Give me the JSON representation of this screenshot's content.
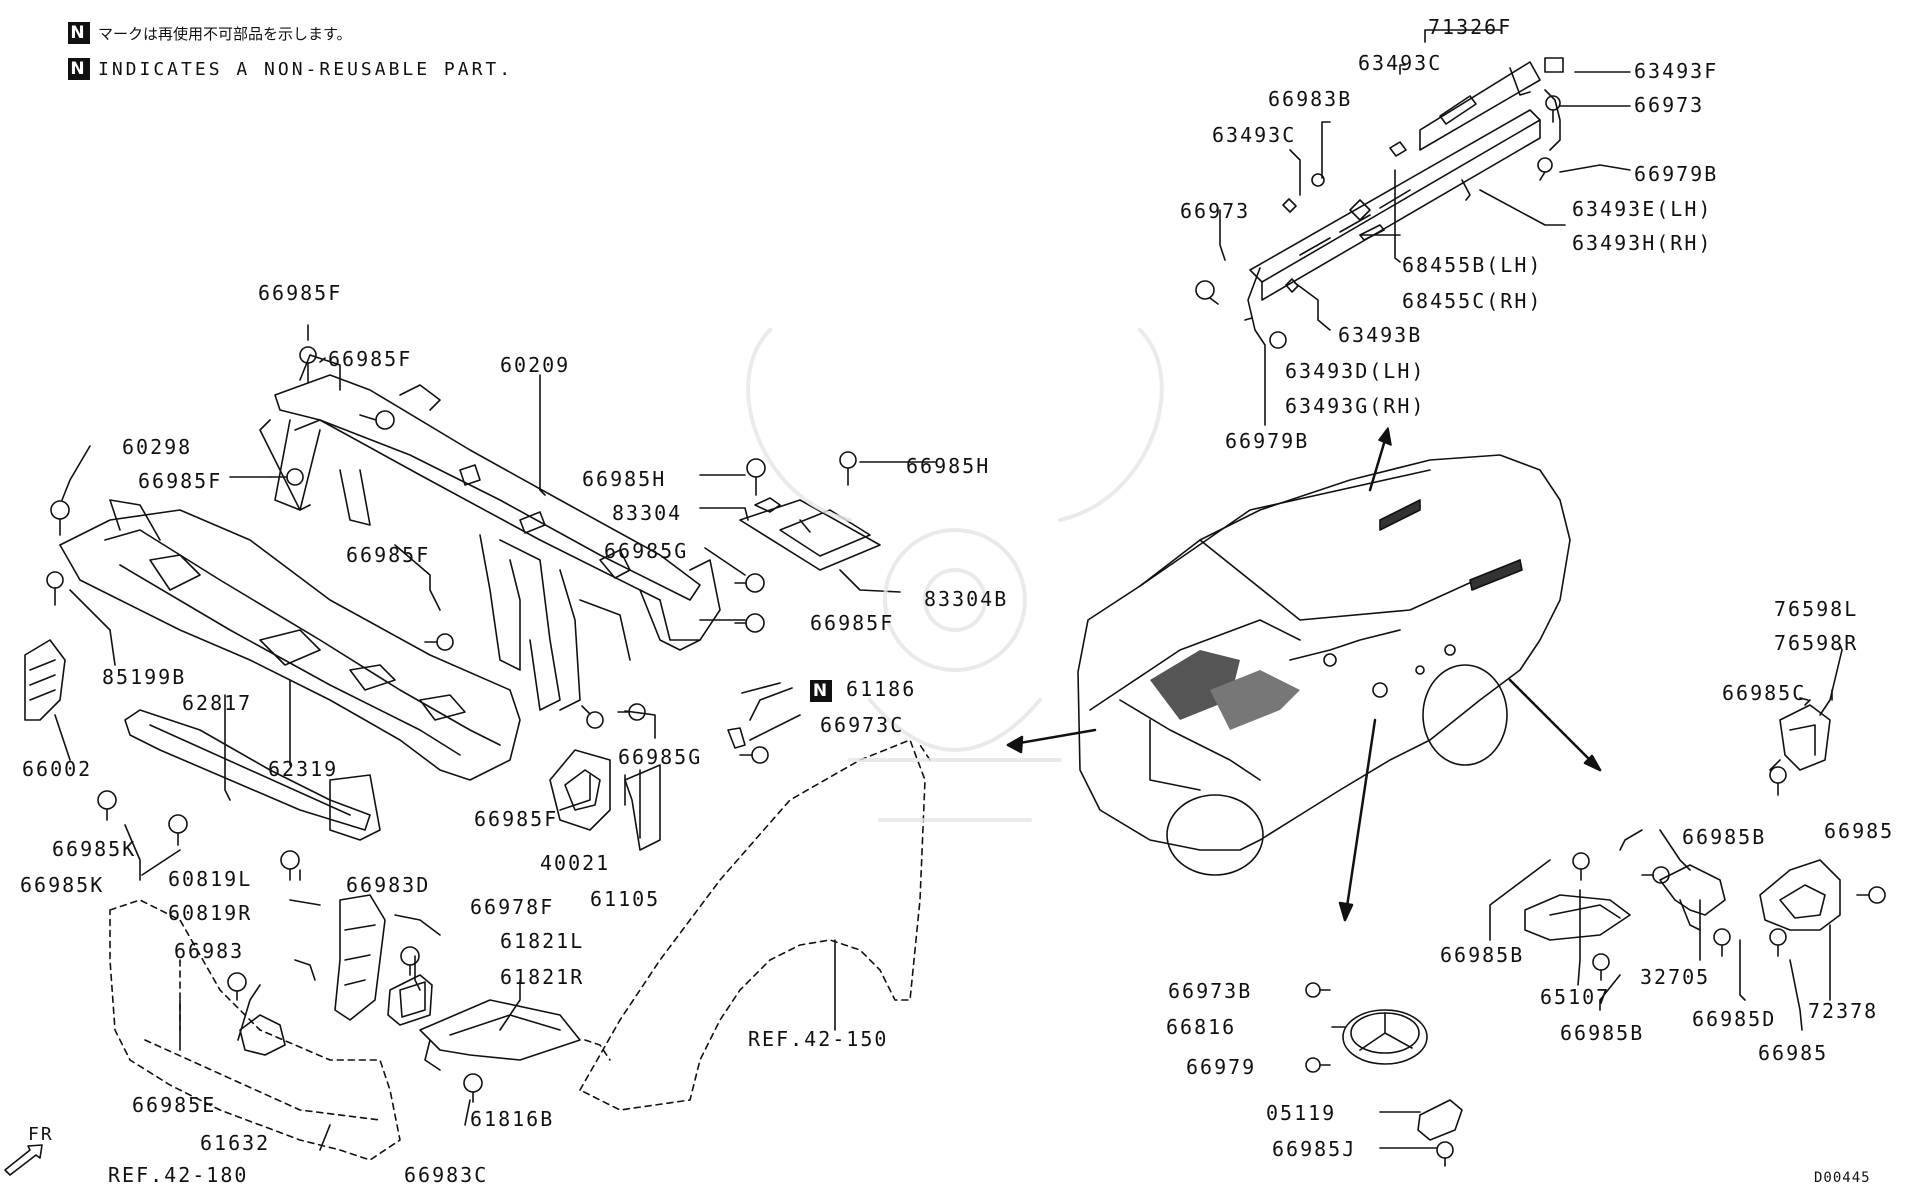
{
  "notes": {
    "badge": "N",
    "jp": "マークは再使用不可部品を示します。",
    "en": "INDICATES A NON-REUSABLE PART."
  },
  "direction_label": "FR",
  "diagram_code": "D00445",
  "labels": {
    "p71326F": "71326F",
    "p63493C_a": "63493C",
    "p63493F": "63493F",
    "p66973_a": "66973",
    "p66983B": "66983B",
    "p63493C_b": "63493C",
    "p66979B_a": "66979B",
    "p63493E": "63493E(LH)",
    "p63493H": "63493H(RH)",
    "p66973_b": "66973",
    "p68455B": "68455B(LH)",
    "p68455C": "68455C(RH)",
    "p63493B": "63493B",
    "p63493D": "63493D(LH)",
    "p63493G": "63493G(RH)",
    "p66979B_b": "66979B",
    "p66985F_1": "66985F",
    "p66985F_2": "66985F",
    "p60209": "60209",
    "p60298": "60298",
    "p66985F_3": "66985F",
    "p66985H_1": "66985H",
    "p66985H_2": "66985H",
    "p83304": "83304",
    "p66985G_1": "66985G",
    "p83304B": "83304B",
    "p66985F_4": "66985F",
    "p66985F_5": "66985F",
    "p85199B": "85199B",
    "p61186": "61186",
    "p66973C": "66973C",
    "p62817": "62817",
    "p66002": "66002",
    "p62319": "62319",
    "p66985G_2": "66985G",
    "p66985K_1": "66985K",
    "p66985F_6": "66985F",
    "p40021": "40021",
    "p66985K_2": "66985K",
    "p66983D": "66983D",
    "p61105": "61105",
    "p60819L": "60819L",
    "p60819R": "60819R",
    "p66978F": "66978F",
    "p61821L": "61821L",
    "p61821R": "61821R",
    "p66983": "66983",
    "pREF42150": "REF.42-150",
    "p66985E": "66985E",
    "p61816B": "61816B",
    "p61632": "61632",
    "p66983C": "66983C",
    "pREF42180": "REF.42-180",
    "p76598L": "76598L",
    "p76598R": "76598R",
    "p66985C": "66985C",
    "p66985_a": "66985",
    "p66985B_1": "66985B",
    "p66985B_2": "66985B",
    "p32705": "32705",
    "p72378": "72378",
    "p65107": "65107",
    "p66985D": "66985D",
    "p66985B_3": "66985B",
    "p66985_b": "66985",
    "p66973B": "66973B",
    "p66816": "66816",
    "p66979": "66979",
    "p05119": "05119",
    "p66985J": "66985J"
  }
}
